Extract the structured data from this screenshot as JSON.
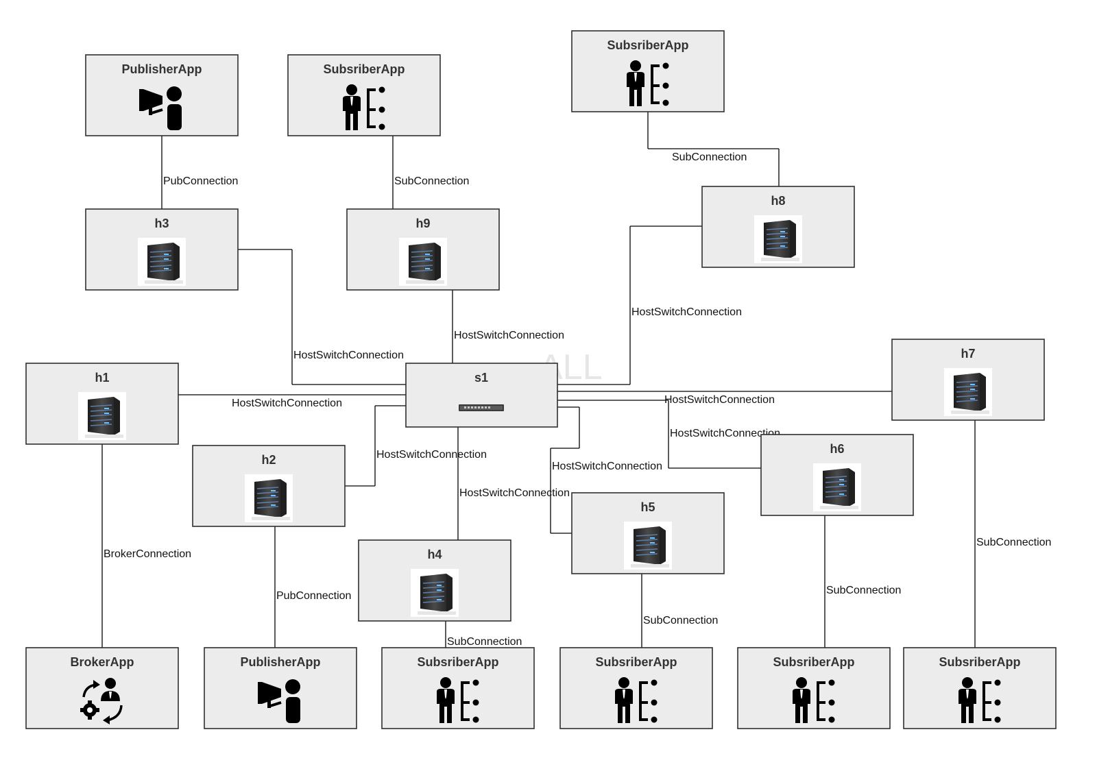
{
  "watermark": "ALL",
  "colors": {
    "box_fill": "#ececec",
    "box_border": "#2e2e2e",
    "line": "#000000",
    "icon": "#000000"
  },
  "nodes": {
    "pub_top": {
      "title": "PublisherApp",
      "icon": "publisher-icon"
    },
    "sub_top": {
      "title": "SubsriberApp",
      "icon": "subscriber-icon"
    },
    "sub_tr": {
      "title": "SubsriberApp",
      "icon": "subscriber-icon"
    },
    "h3": {
      "title": "h3",
      "icon": "server-icon"
    },
    "h9": {
      "title": "h9",
      "icon": "server-icon"
    },
    "h8": {
      "title": "h8",
      "icon": "server-icon"
    },
    "h1": {
      "title": "h1",
      "icon": "server-icon"
    },
    "s1": {
      "title": "s1",
      "icon": "switch-icon"
    },
    "h7": {
      "title": "h7",
      "icon": "server-icon"
    },
    "h2": {
      "title": "h2",
      "icon": "server-icon"
    },
    "h6": {
      "title": "h6",
      "icon": "server-icon"
    },
    "h5": {
      "title": "h5",
      "icon": "server-icon"
    },
    "h4": {
      "title": "h4",
      "icon": "server-icon"
    },
    "broker": {
      "title": "BrokerApp",
      "icon": "broker-icon"
    },
    "pub_bottom": {
      "title": "PublisherApp",
      "icon": "publisher-icon"
    },
    "sub_b1": {
      "title": "SubsriberApp",
      "icon": "subscriber-icon"
    },
    "sub_b2": {
      "title": "SubsriberApp",
      "icon": "subscriber-icon"
    },
    "sub_b3": {
      "title": "SubsriberApp",
      "icon": "subscriber-icon"
    },
    "sub_b4": {
      "title": "SubsriberApp",
      "icon": "subscriber-icon"
    }
  },
  "edges": {
    "pub_top_h3": "PubConnection",
    "sub_top_h9": "SubConnection",
    "sub_tr_h8": "SubConnection",
    "h3_s1": "HostSwitchConnection",
    "h9_s1": "HostSwitchConnection",
    "h8_s1": "HostSwitchConnection",
    "h1_s1": "HostSwitchConnection",
    "h7_s1": "HostSwitchConnection",
    "h6_s1": "HostSwitchConnection",
    "h2_s1": "HostSwitchConnection",
    "h5_s1": "HostSwitchConnection",
    "h4_s1": "HostSwitchConnection",
    "h1_broker": "BrokerConnection",
    "h2_pub": "PubConnection",
    "h4_sub": "SubConnection",
    "h5_sub": "SubConnection",
    "h6_sub": "SubConnection",
    "h7_sub": "SubConnection"
  }
}
